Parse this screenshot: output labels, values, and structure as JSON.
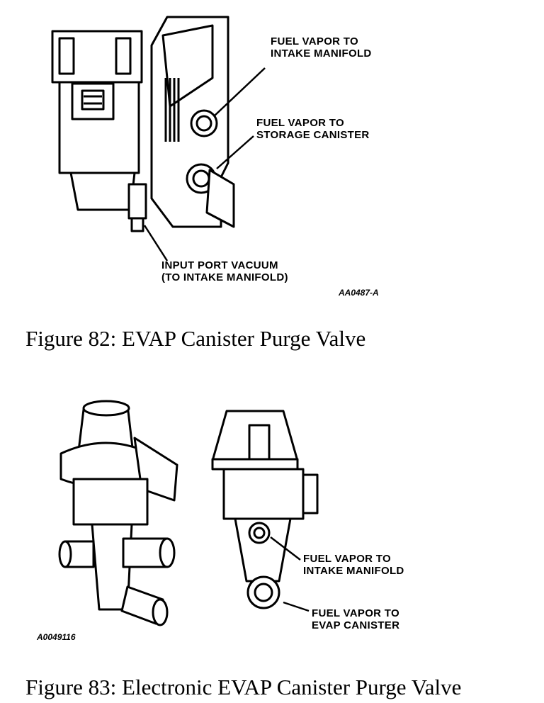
{
  "figure82": {
    "callouts": [
      {
        "line1": "FUEL VAPOR TO",
        "line2": "INTAKE MANIFOLD"
      },
      {
        "line1": "FUEL VAPOR TO",
        "line2": "STORAGE CANISTER"
      },
      {
        "line1": "INPUT PORT VACUUM",
        "line2": "(TO INTAKE MANIFOLD)"
      }
    ],
    "code": "AA0487-A",
    "caption": "Figure 82: EVAP Canister Purge Valve"
  },
  "figure83": {
    "callouts": [
      {
        "line1": "FUEL VAPOR TO",
        "line2": "INTAKE MANIFOLD"
      },
      {
        "line1": "FUEL VAPOR TO",
        "line2": "EVAP CANISTER"
      }
    ],
    "code": "A0049116",
    "caption": "Figure 83: Electronic EVAP Canister Purge Valve"
  }
}
